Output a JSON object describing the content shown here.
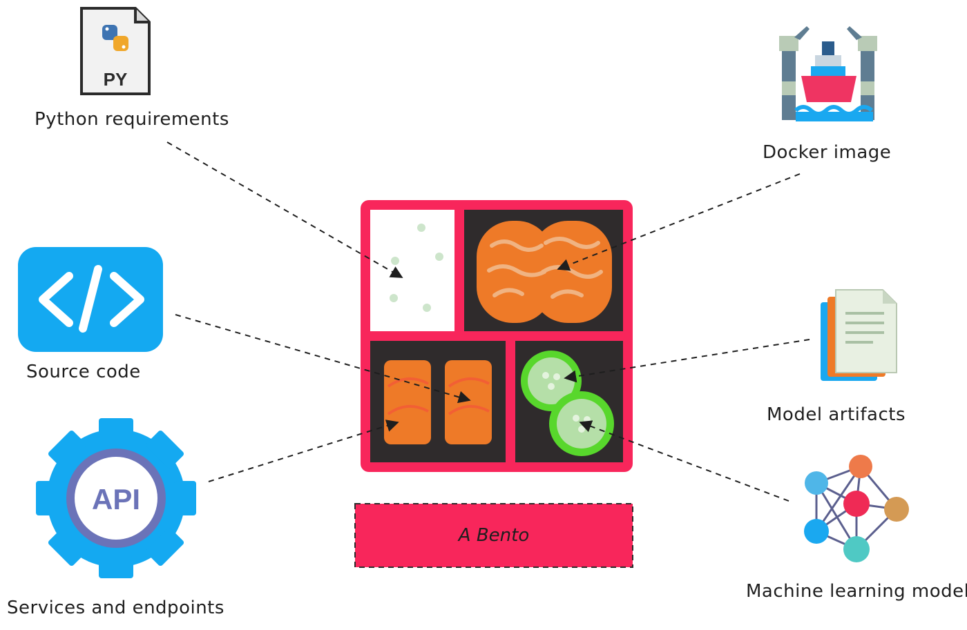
{
  "labels": {
    "python_requirements": "Python requirements",
    "source_code": "Source code",
    "services_endpoints": "Services and endpoints",
    "docker_image": "Docker image",
    "model_artifacts": "Model artifacts",
    "ml_model": "Machine learning model",
    "bento_caption": "A Bento"
  },
  "icons": {
    "py_file_badge": "PY",
    "api_badge": "API",
    "code_glyph": "</>"
  },
  "colors": {
    "bento_frame": "#f8265b",
    "bento_inner": "#2f2b2c",
    "rice": "#ffffff",
    "salmon": "#ee7a28",
    "cucumber": "#58d72c",
    "code_blue": "#14a9f1",
    "api_purple": "#6b73b8"
  }
}
